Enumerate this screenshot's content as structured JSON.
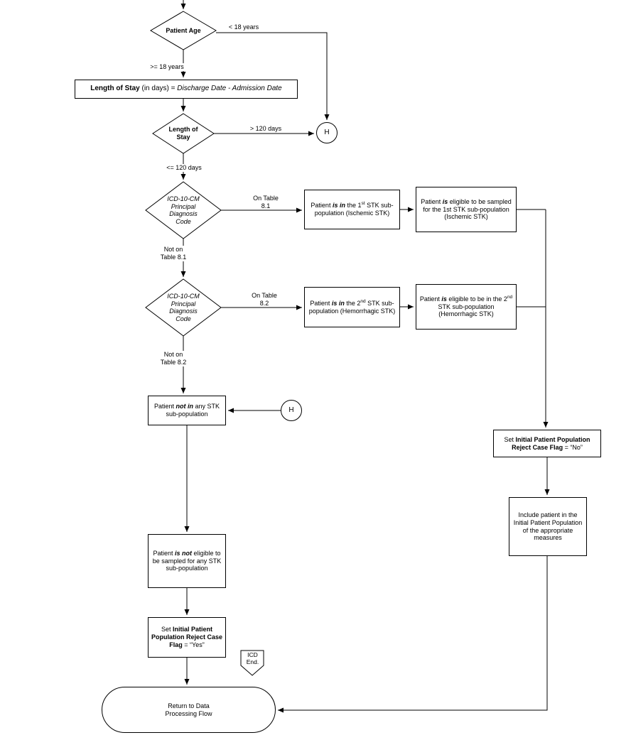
{
  "nodes": {
    "patient_age": {
      "label": "Patient Age"
    },
    "los_formula": {
      "pre": "Length of Stay",
      "mid": " (in days) = ",
      "italic": "Discharge Date - Admission Date"
    },
    "length_of_stay": {
      "line1": "Length of",
      "line2": "Stay"
    },
    "icd_diamond_1": {
      "lines": [
        "ICD-10-CM",
        "Principal",
        "Diagnosis",
        "Code"
      ]
    },
    "icd_diamond_2": {
      "lines": [
        "ICD-10-CM",
        "Principal",
        "Diagnosis",
        "Code"
      ]
    },
    "in_stk1": {
      "p1": "Patient ",
      "em": "is in",
      "p2": " the 1",
      "sup": "st",
      "p3": " STK sub-population (Ischemic STK)"
    },
    "eligible_stk1": {
      "p1": "Patient ",
      "em": "is",
      "p2": " eligible to be sampled for the 1st STK sub-population (Ischemic STK)"
    },
    "in_stk2": {
      "p1": "Patient ",
      "em": "is in",
      "p2": " the 2",
      "sup": "nd",
      "p3": " STK sub-population (Hemorrhagic STK)"
    },
    "eligible_stk2": {
      "p1": "Patient ",
      "em": "is",
      "p2": " eligible to be in the 2",
      "sup": "nd",
      "p3": " STK sub-population (Hemorrhagic STK)"
    },
    "not_in_any": {
      "p1": "Patient ",
      "em": "not in",
      "p2": " any STK sub-population"
    },
    "not_eligible": {
      "p1": "Patient ",
      "em": "is not",
      "p2": " eligible to be sampled for any STK sub-population"
    },
    "reject_yes": {
      "pre": "Set ",
      "strong": "Initial Patient Population Reject Case Flag",
      "post": " = “Yes”"
    },
    "reject_no": {
      "pre": "Set ",
      "strong": "Initial Patient Population Reject Case Flag",
      "post": " = “No”"
    },
    "include_patient": {
      "label": "Include patient in the Initial Patient Population of the appropriate measures"
    },
    "return_flow": {
      "line1": "Return to Data",
      "line2": "Processing Flow"
    },
    "h_connector_top": {
      "label": "H"
    },
    "h_connector_mid": {
      "label": "H"
    },
    "offpage_end": {
      "line1": "ICD",
      "line2": "End."
    }
  },
  "edges": {
    "under_18": "< 18 years",
    "over_18": ">= 18 years",
    "over_120": "> 120 days",
    "under_120": "<= 120 days",
    "on_table_81": {
      "line1": "On Table",
      "line2": "8.1"
    },
    "not_on_table_81": {
      "line1": "Not on",
      "line2": "Table 8.1"
    },
    "on_table_82": {
      "line1": "On Table",
      "line2": "8.2"
    },
    "not_on_table_82": {
      "line1": "Not on",
      "line2": "Table 8.2"
    }
  }
}
